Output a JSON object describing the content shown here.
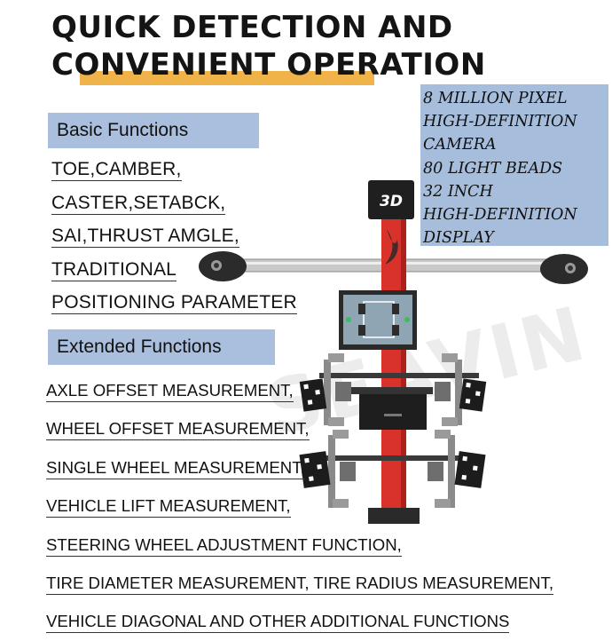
{
  "headline": {
    "line1": "QUICK DETECTION AND",
    "line2": "CONVENIENT OPERATION"
  },
  "basic": {
    "title": "Basic Functions",
    "items": [
      "TOE,CAMBER,",
      "CASTER,SETABCK,",
      "SAI,THRUST AMGLE,",
      "TRADITIONAL ",
      "POSITIONING PARAMETER"
    ]
  },
  "extended": {
    "title": "Extended Functions",
    "items": [
      "AXLE OFFSET MEASUREMENT,",
      "WHEEL OFFSET MEASUREMENT,",
      "SINGLE WHEEL MEASUREMENT,",
      " VEHICLE LIFT MEASUREMENT,",
      "STEERING WHEEL ADJUSTMENT FUNCTION,",
      "TIRE DIAMETER MEASUREMENT, TIRE RADIUS MEASUREMENT,",
      "VEHICLE DIAGONAL AND OTHER ADDITIONAL FUNCTIONS"
    ]
  },
  "specs": {
    "lines": [
      "8 MILLION PIXEL",
      "HIGH-DEFINITION",
      "CAMERA",
      "80 LIGHT BEADS",
      "32 INCH",
      "HIGH-DEFINITION",
      "DISPLAY"
    ]
  },
  "machine": {
    "badge": "3D",
    "watermark": "SEAVIN"
  },
  "colors": {
    "accent_bar": "#f0b34a",
    "tag_bg": "#a9bfdd",
    "column_red": "#d8322b",
    "column_dark": "#2a2a2a"
  }
}
